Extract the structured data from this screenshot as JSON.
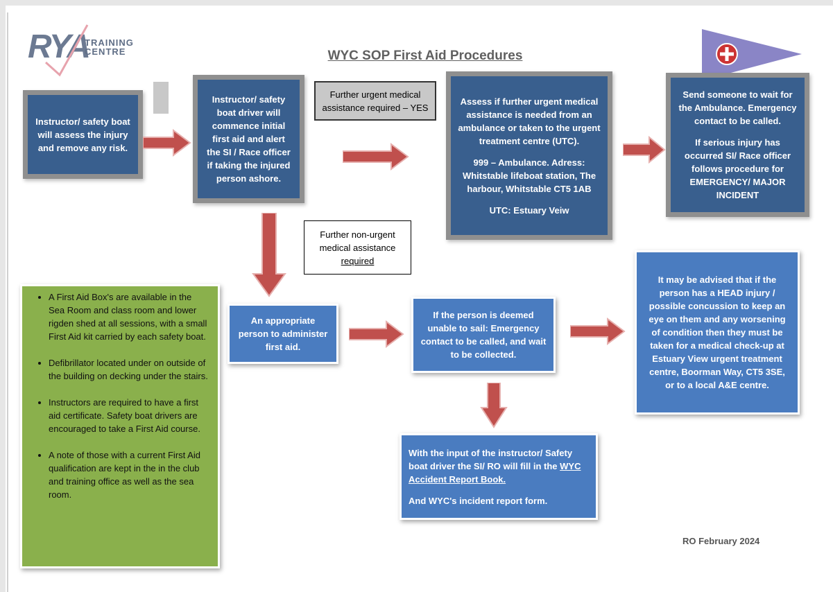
{
  "title": "WYC SOP First Aid Procedures",
  "logo": {
    "main": "RYA",
    "line1": "TRAINING",
    "line2": "CENTRE"
  },
  "flag_icon": "burgee-flag-icon",
  "boxes": {
    "assess": "Instructor/ safety boat will assess the injury and remove any risk.",
    "initial_aid": "Instructor/ safety boat driver will commence initial first aid and alert the SI / Race officer if taking the injured person ashore.",
    "urgent_label": "Further urgent medical assistance required – YES",
    "ambulance": {
      "p1": "Assess if further urgent medical assistance is needed from an ambulance or taken to the urgent treatment centre (UTC).",
      "p2": "999 – Ambulance. Adress: Whitstable lifeboat station, The harbour, Whitstable CT5 1AB",
      "p3": "UTC: Estuary Veiw"
    },
    "wait": {
      "p1": "Send someone to wait for the Ambulance. Emergency contact to be called.",
      "p2": "If serious injury has occurred SI/ Race officer follows procedure for EMERGENCY/ MAJOR INCIDENT"
    },
    "nonurgent_label": {
      "line1": "Further non-urgent medical assistance",
      "line2": "required"
    },
    "appropriate": "An appropriate person to administer first aid.",
    "unable": "If the person is deemed unable to sail: Emergency contact to be called, and wait to be collected.",
    "head": "It may be advised that if the person has a HEAD injury / possible concussion to keep an eye on them and any worsening of condition then they must be taken for a medical check-up at Estuary View urgent treatment centre, Boorman Way, CT5 3SE, or to a local A&E centre.",
    "report": {
      "p1": "With the input of the instructor/ Safety boat driver the SI/ RO will fill in the",
      "p1_link": "WYC Accident Report Book.",
      "p2": "And WYC's incident report form."
    }
  },
  "notes": [
    "A First Aid Box's are available in the Sea Room and class room and lower rigden shed at all sessions, with a small First Aid kit carried by each safety boat.",
    "Defibrillator located under on outside of the building on decking under the stairs.",
    "Instructors are required to have a first aid certificate. Safety boat drivers are encouraged to take a First Aid course.",
    "A note of those with a current First Aid qualification are kept in the in the club and training office as well as the sea room."
  ],
  "footer": "RO February 2024",
  "colors": {
    "dark_box": "#395f8e",
    "light_box": "#4a7cc0",
    "green_box": "#8ab04c",
    "arrow": "#c0504d"
  }
}
